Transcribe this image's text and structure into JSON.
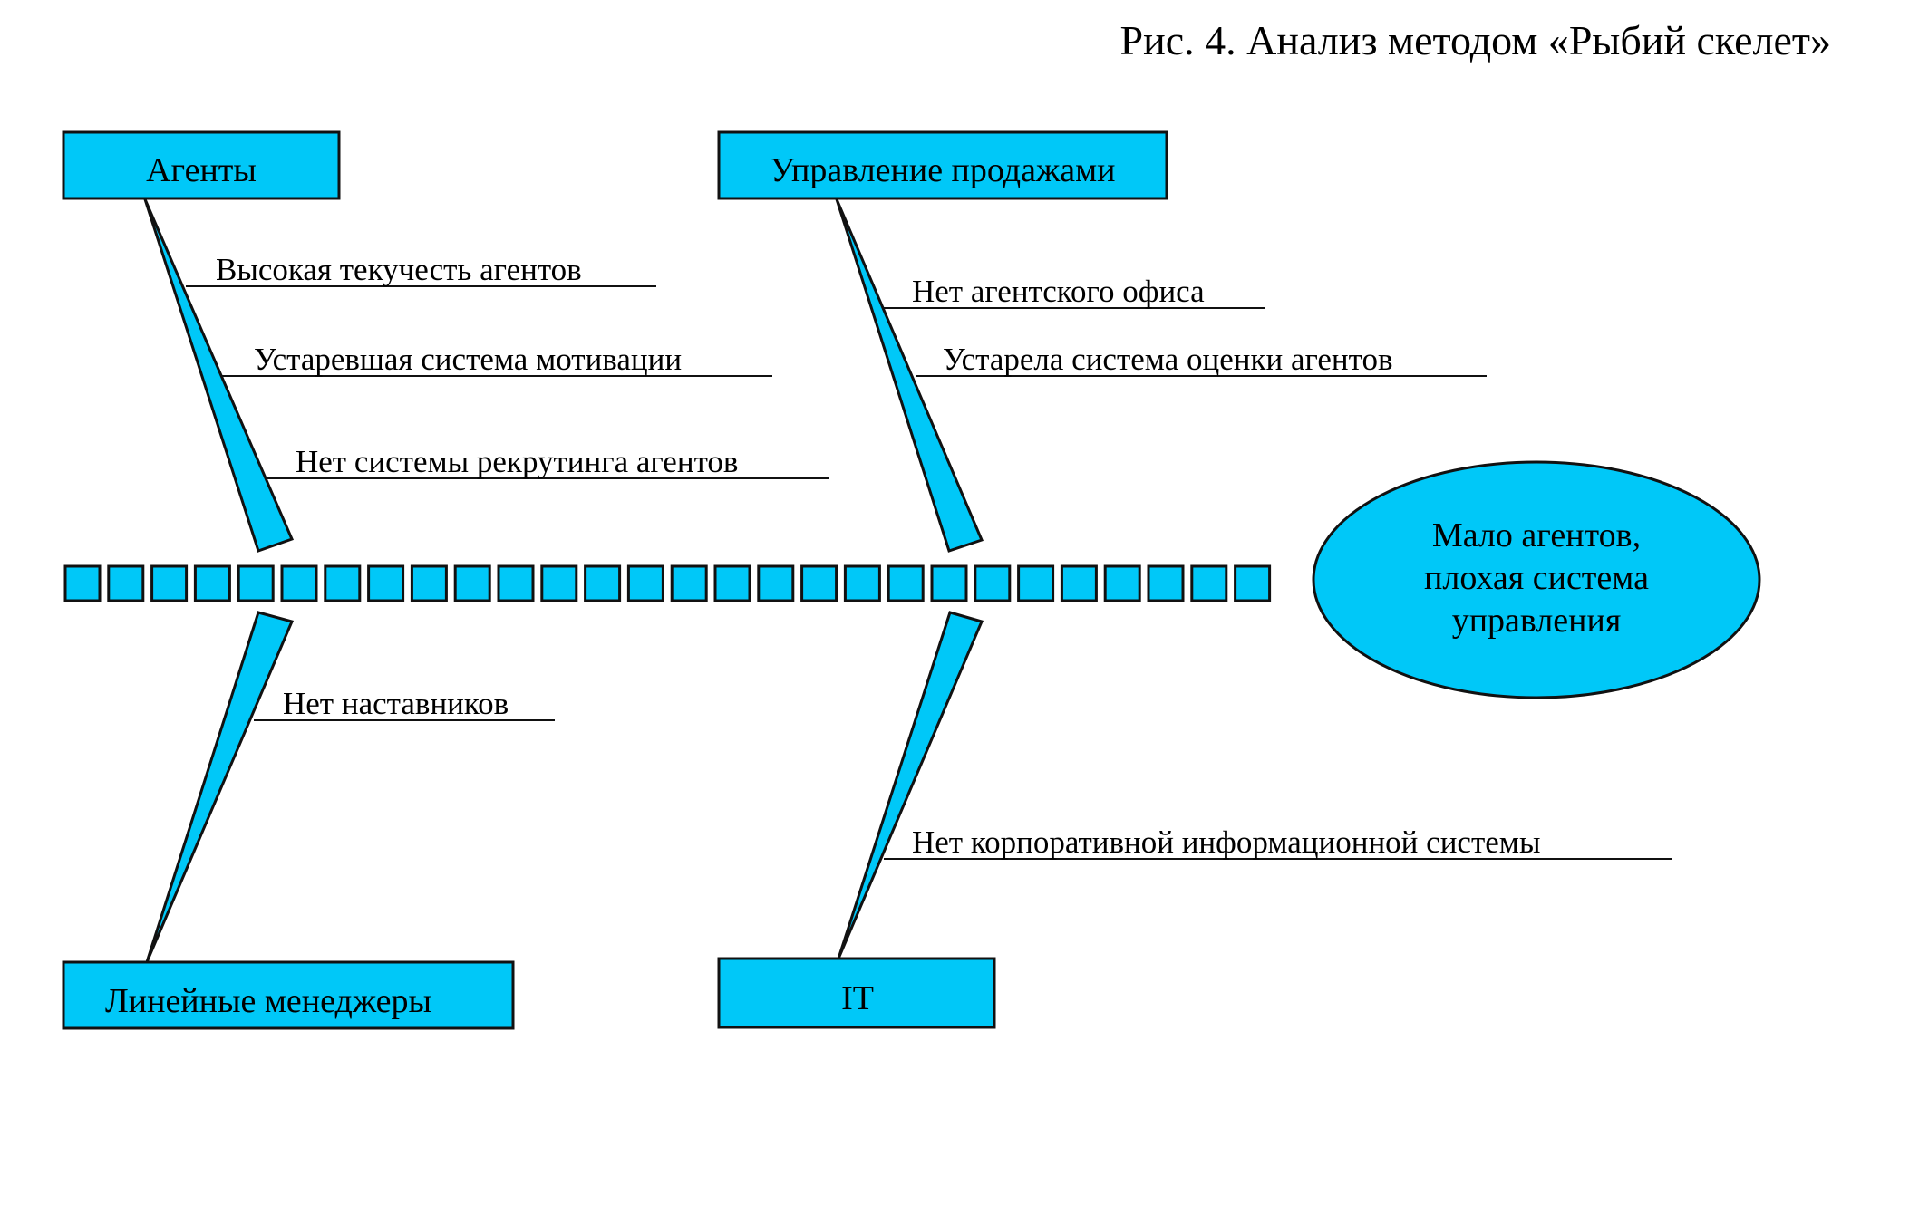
{
  "caption": "Рис. 4. Анализ методом «Рыбий скелет»",
  "effect": {
    "lines": [
      "Мало агентов,",
      "плохая система",
      "управления"
    ]
  },
  "categories": [
    {
      "id": "agents",
      "label": "Агенты",
      "causes": [
        "Высокая текучесть агентов",
        "Устаревшая система мотивации",
        "Нет системы рекрутинга агентов"
      ]
    },
    {
      "id": "sales-management",
      "label": "Управление продажами",
      "causes": [
        "Нет агентского офиса",
        "Устарела система оценки агентов"
      ]
    },
    {
      "id": "line-managers",
      "label": "Линейные менеджеры",
      "causes": [
        "Нет наставников"
      ]
    },
    {
      "id": "it",
      "label": "IT",
      "causes": [
        "Нет корпоративной информационной системы"
      ]
    }
  ],
  "colors": {
    "fill": "#00c8f8",
    "stroke": "#111111",
    "background": "#ffffff"
  }
}
